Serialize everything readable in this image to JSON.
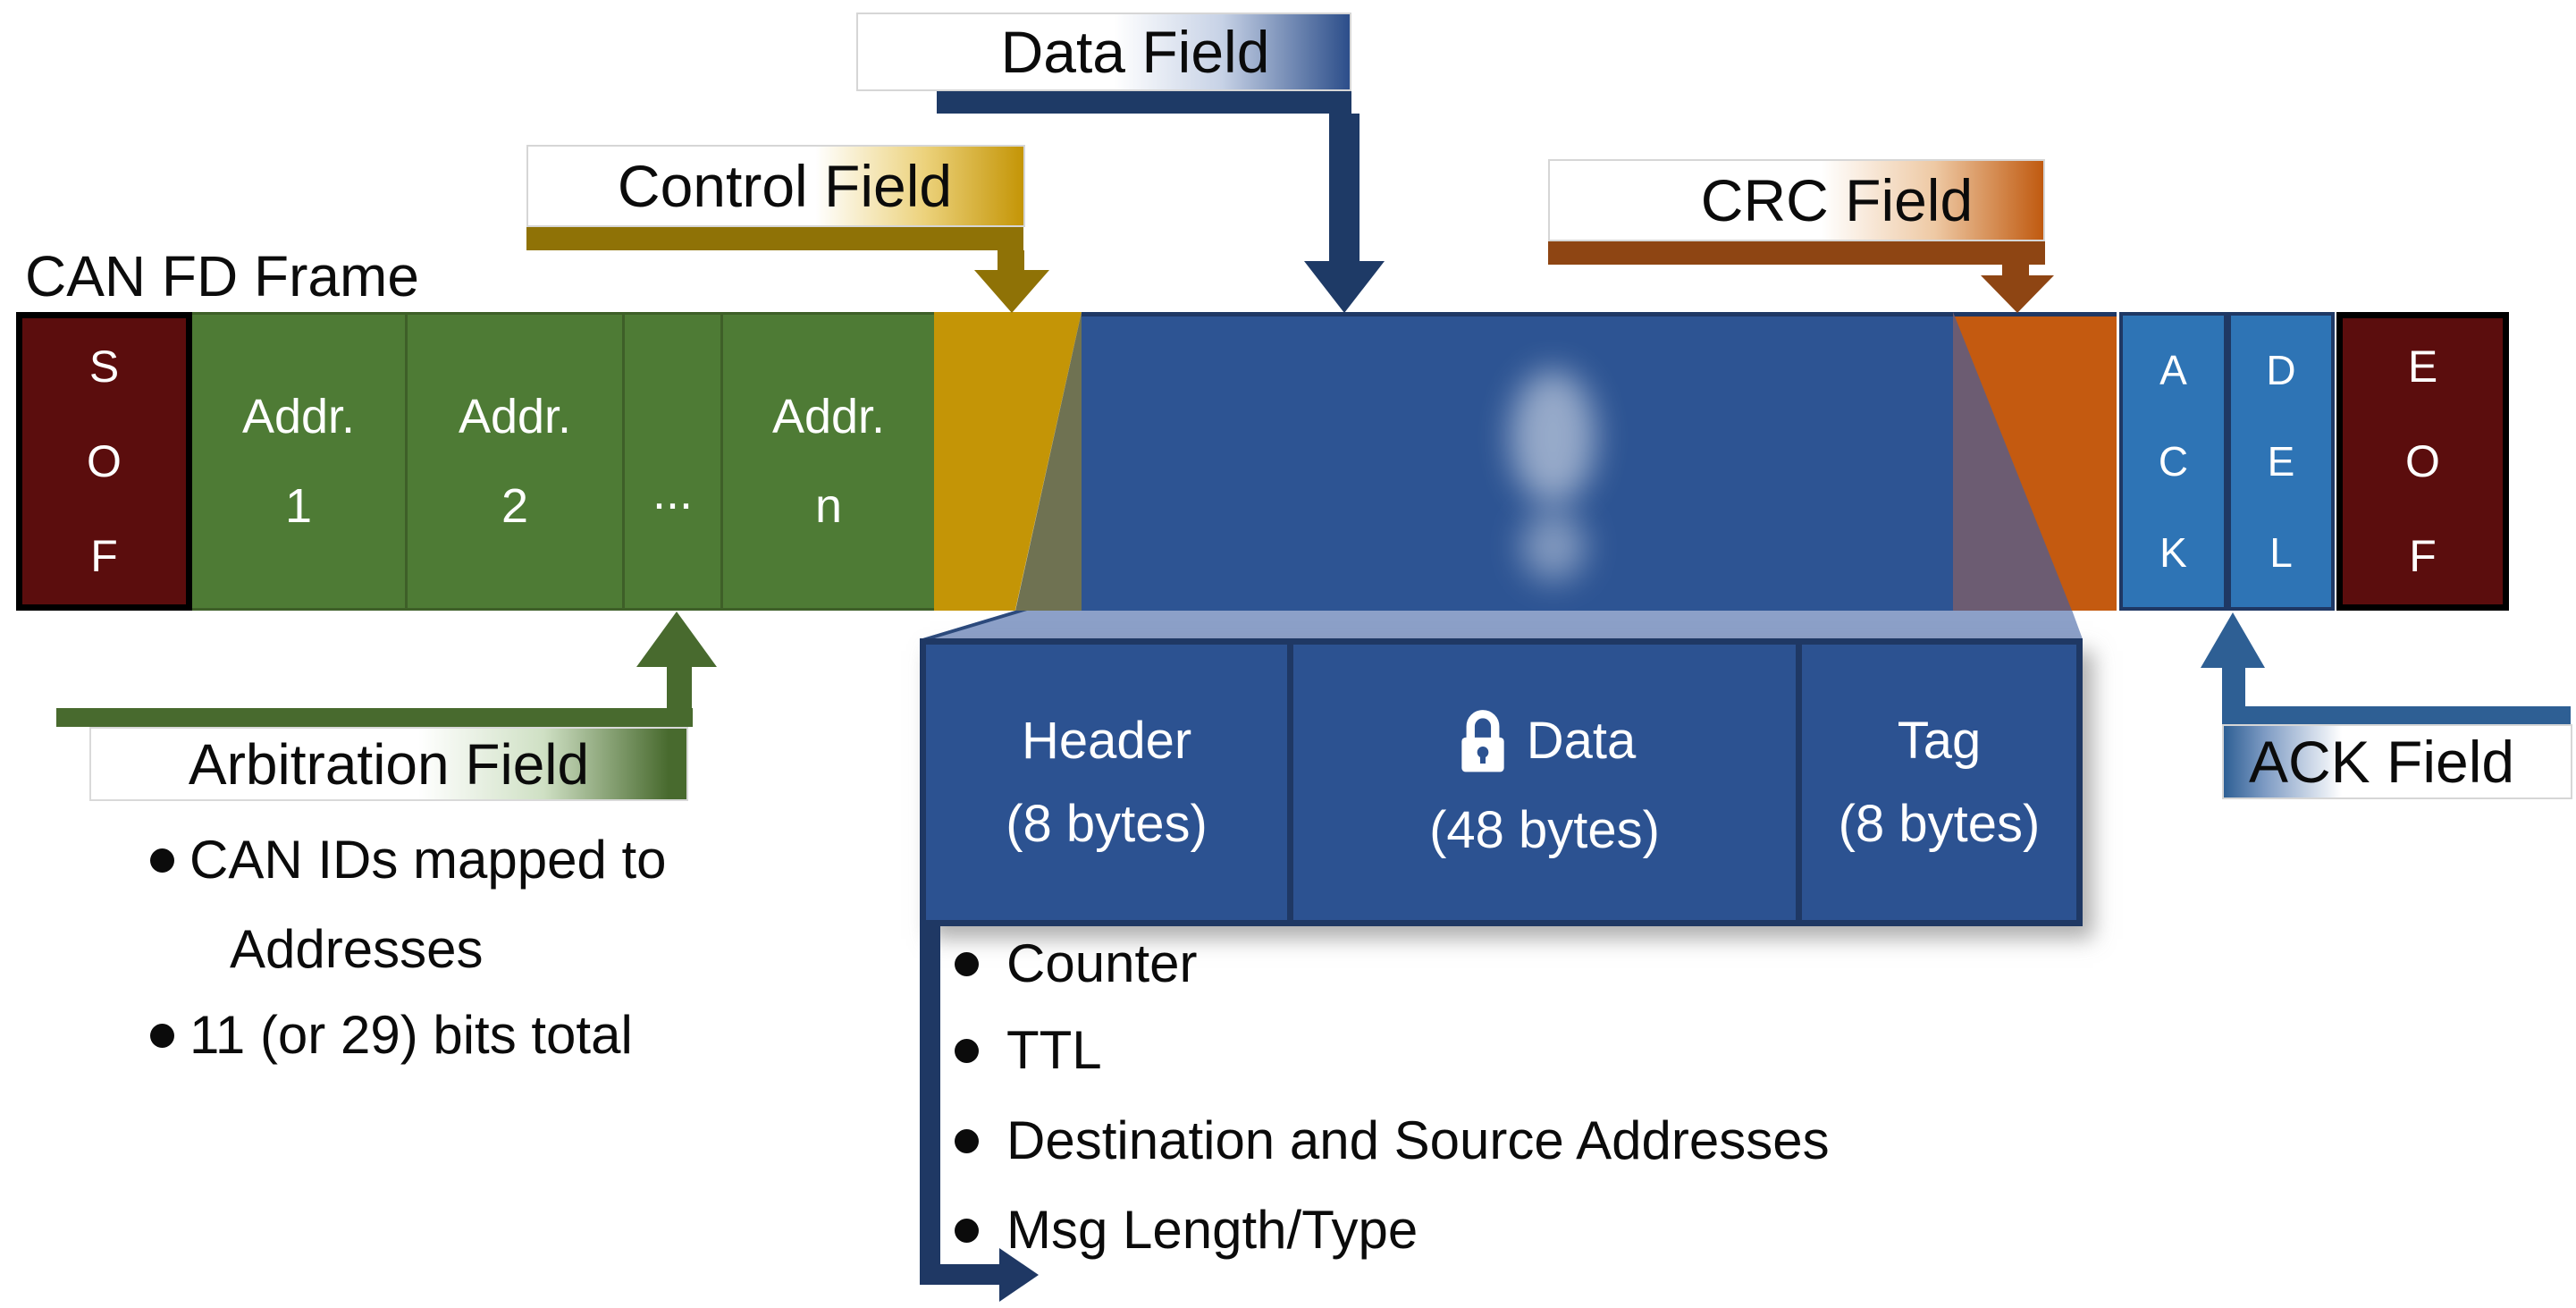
{
  "title": "CAN FD Frame",
  "frame": {
    "segments": [
      {
        "key": "sof",
        "text": "S\nO\nF"
      },
      {
        "key": "addr1",
        "text": "Addr.\n1"
      },
      {
        "key": "addr2",
        "text": "Addr.\n2"
      },
      {
        "key": "dots",
        "text": "..."
      },
      {
        "key": "addrn",
        "text": "Addr.\nn"
      },
      {
        "key": "control",
        "text": ""
      },
      {
        "key": "data",
        "text": ""
      },
      {
        "key": "crc",
        "text": ""
      },
      {
        "key": "ack",
        "text": "A\nC\nK"
      },
      {
        "key": "del",
        "text": "D\nE\nL"
      },
      {
        "key": "eof",
        "text": "E\nO\nF"
      }
    ]
  },
  "callouts": {
    "data_field": {
      "label": "Data Field"
    },
    "control_field": {
      "label": "Control Field"
    },
    "crc_field": {
      "label": "CRC Field"
    },
    "ack_field": {
      "label": "ACK Field"
    },
    "arbitration_field": {
      "label": "Arbitration Field"
    }
  },
  "arbitration_notes": {
    "line1": "CAN IDs mapped to",
    "line2": "Addresses",
    "item2": "11 (or 29) bits total"
  },
  "payload": {
    "cells": [
      {
        "name": "Header",
        "size": "(8 bytes)"
      },
      {
        "name": "Data",
        "size": "(48 bytes)",
        "icon": "lock-icon"
      },
      {
        "name": "Tag",
        "size": "(8 bytes)"
      }
    ],
    "bullets": [
      "Counter",
      "TTL",
      "Destination and Source Addresses",
      "Msg Length/Type"
    ]
  },
  "colors": {
    "sof_eof_maroon": "#5B0D0D",
    "address_green": "#4E7B35",
    "control_gold": "#C49506",
    "control_arrow_gold": "#8F7206",
    "data_blue": "#2D5493",
    "navy": "#1F3864",
    "payload_band_periwinkle": "#8CA0C8",
    "payload_box_blue": "#2C5291",
    "crc_orange": "#C45A10",
    "crc_arrow_brown": "#8E4513",
    "ack_del_blue": "#2E74B5",
    "ack_callout_steel": "#2E5F94",
    "arbitration_green": "#486A2E",
    "control_overlap_olive": "#6F7252",
    "crc_overlap_mauve": "#6C5C72"
  }
}
